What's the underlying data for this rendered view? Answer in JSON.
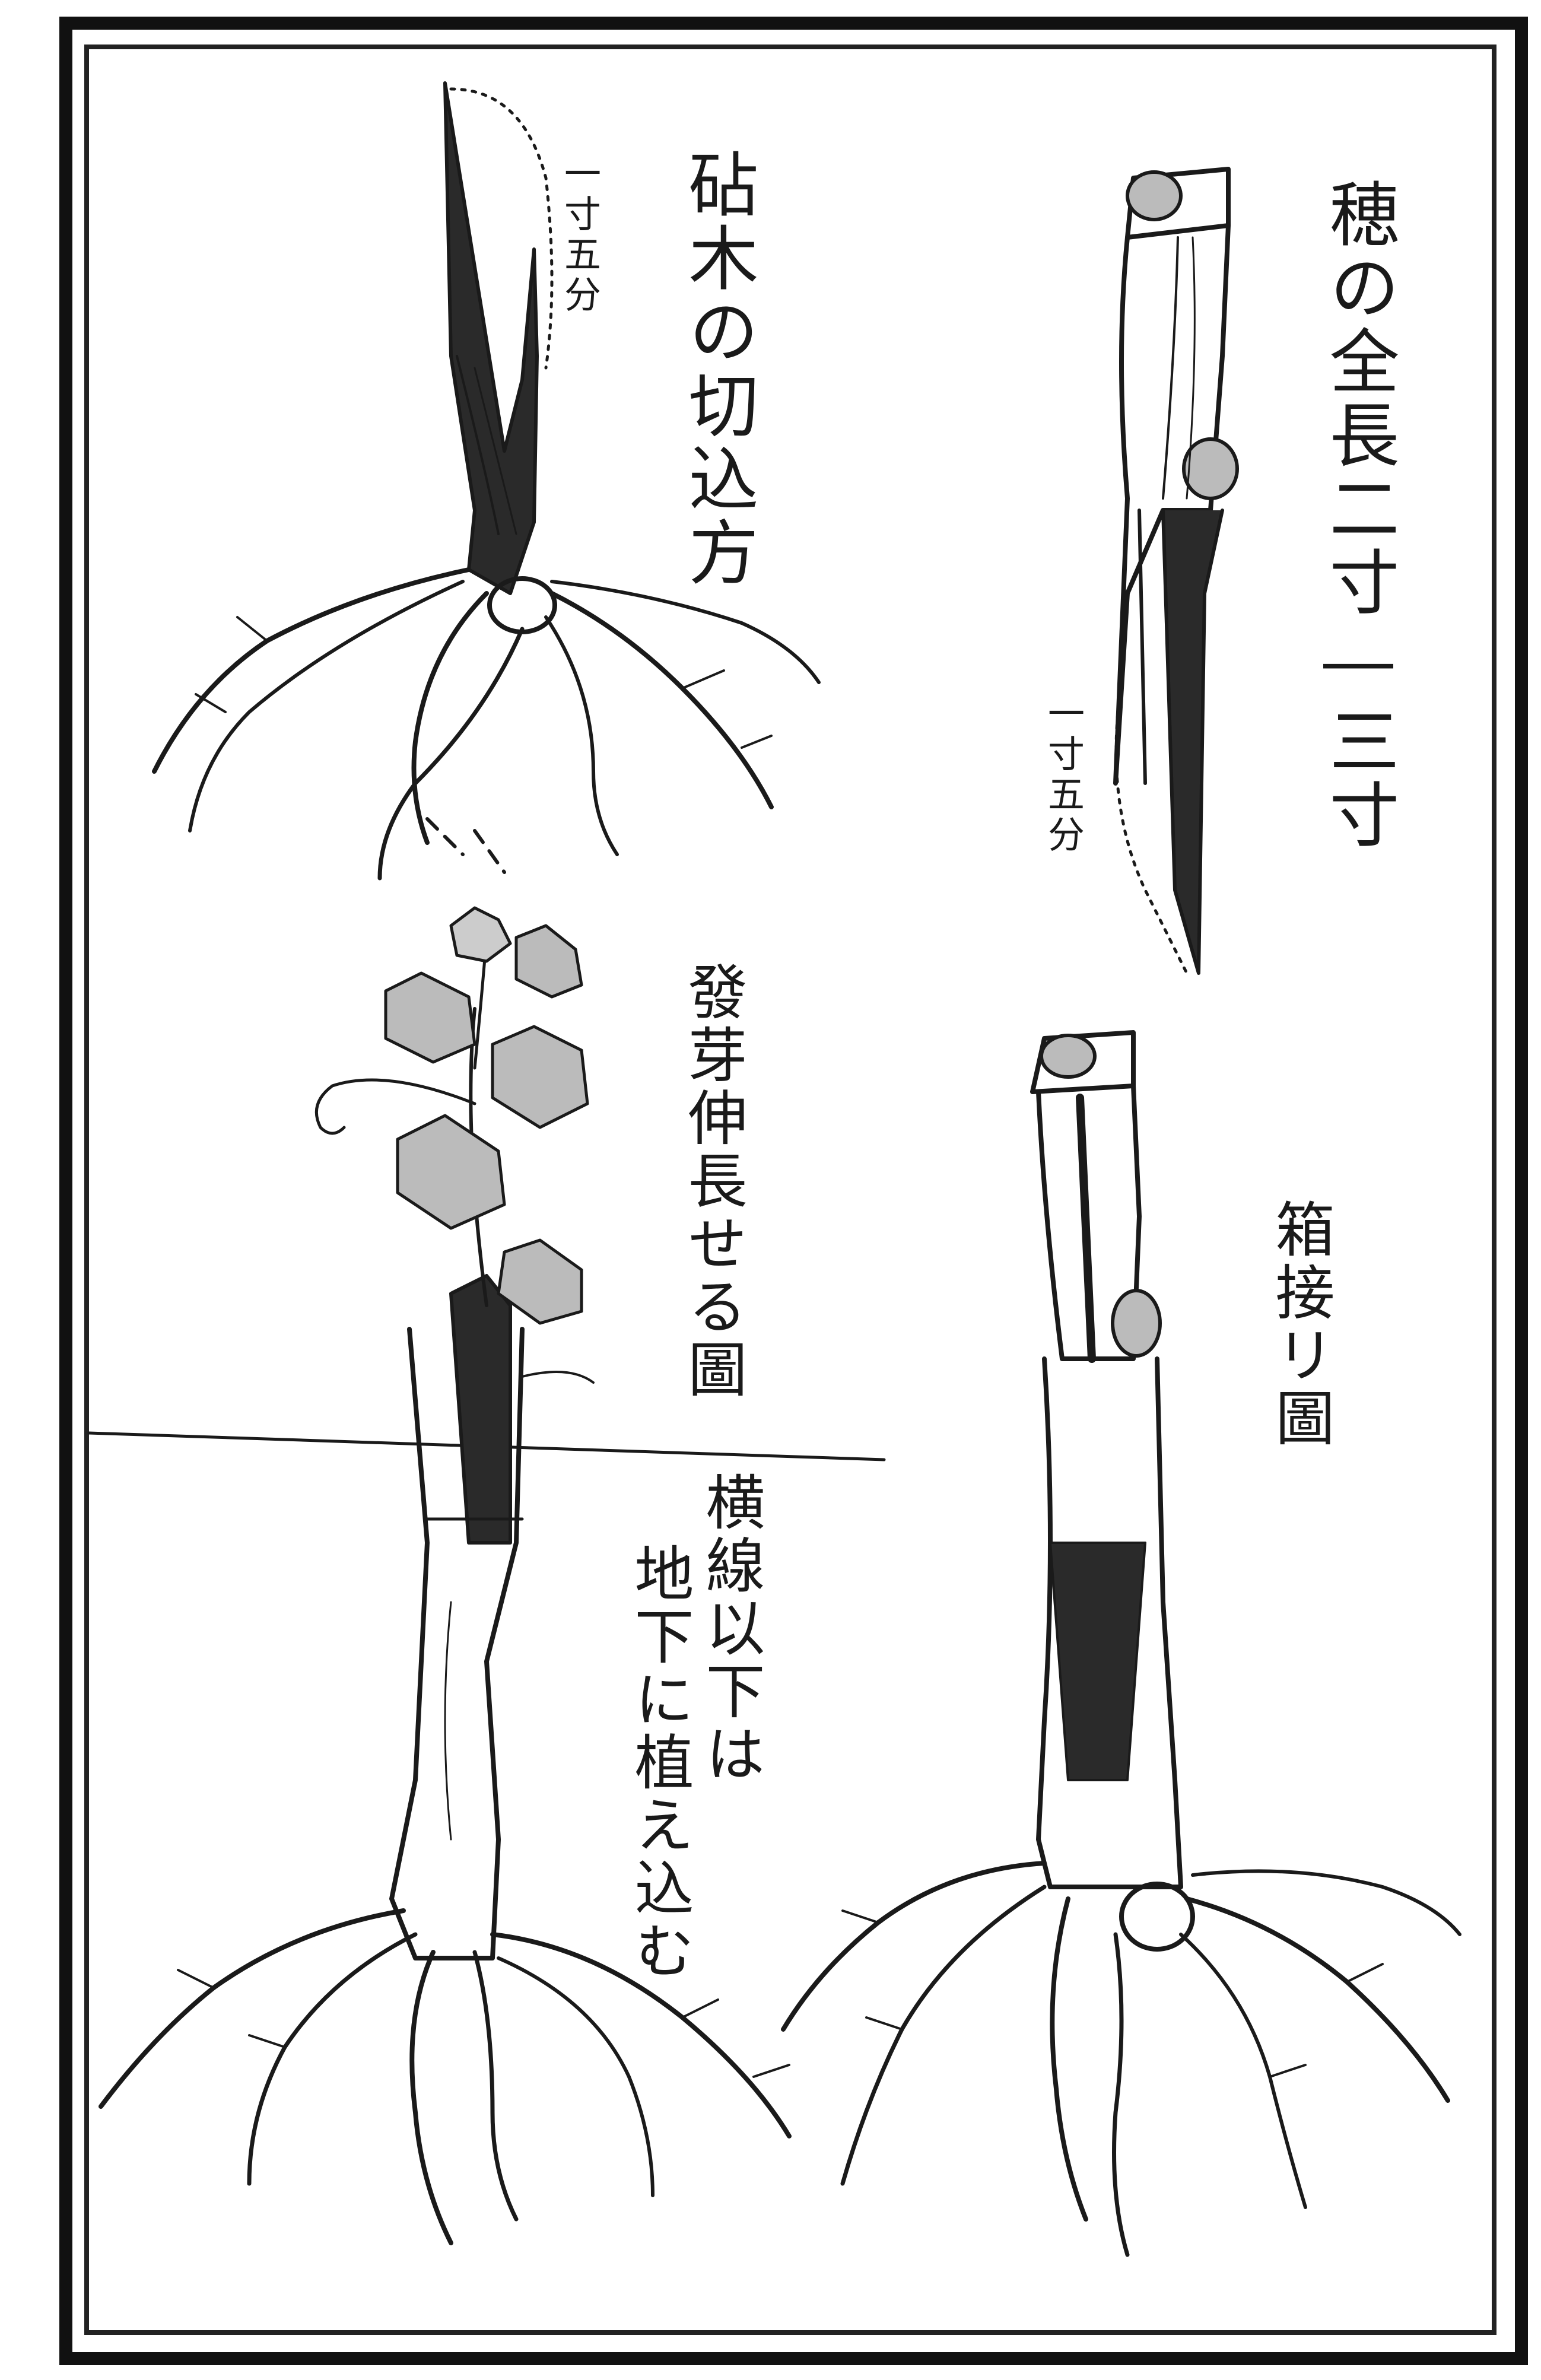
{
  "labels": {
    "rootstock_cut": "砧木の切込方",
    "scion_length": "穂の全長二寸―三寸",
    "rootstock_depth": "一寸五分",
    "scion_depth": "一寸五分",
    "sprouting": "發芽伸長せる圖",
    "box_graft": "箱接リ圖",
    "planting_line": "横線以下は",
    "planting_line_2": "地下に植え込む"
  },
  "colors": {
    "ink": "#1a1a1a",
    "paper": "#ffffff",
    "frame": "#111111"
  }
}
